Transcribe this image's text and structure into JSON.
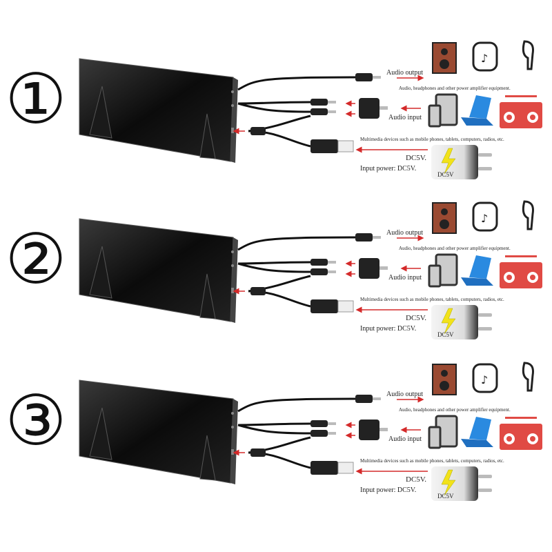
{
  "sections": [
    {
      "number": "①",
      "audio_output": "Audio output",
      "audio_equipment": "Audio, headphones and other power amplifier equipment.",
      "audio_input": "Audio input",
      "multimedia": "Multimedia devices such as mobile phones, tablets, computers, radios, etc.",
      "dc": "DC5V.",
      "input_power": "Input power: DC5V.",
      "plug_label": "DC5V"
    },
    {
      "number": "②",
      "audio_output": "Audio output",
      "audio_equipment": "Audio, headphones and other power amplifier equipment.",
      "audio_input": "Audio input",
      "multimedia": "Multimedia devices such as mobile phones, tablets, computers, radios, etc.",
      "dc": "DC5V.",
      "input_power": "Input power: DC5V.",
      "plug_label": "DC5V"
    },
    {
      "number": "③",
      "audio_output": "Audio output",
      "audio_equipment": "Audio, headphones and other power amplifier equipment.",
      "audio_input": "Audio input",
      "multimedia": "Multimedia devices such as mobile phones, tablets, computers, radios, etc.",
      "dc": "DC5V.",
      "input_power": "Input power: DC5V.",
      "plug_label": "DC5V"
    }
  ],
  "colors": {
    "arrow": "#d42a2a",
    "speaker": "#9a4a32",
    "laptop": "#2a8ae0",
    "radio": "#e04a44",
    "bolt": "#f2e21a"
  }
}
